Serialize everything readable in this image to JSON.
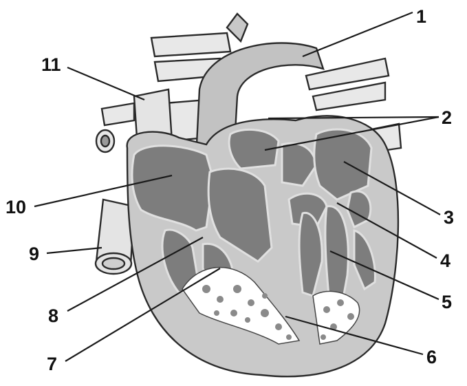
{
  "labels": {
    "l1": "1",
    "l2": "2",
    "l3": "3",
    "l4": "4",
    "l5": "5",
    "l6": "6",
    "l7": "7",
    "l8": "8",
    "l9": "9",
    "l10": "10",
    "l11": "11"
  },
  "colors": {
    "wall": "#c9c9c9",
    "chamber": "#7d7d7d",
    "vessel_light": "#e6e6e6",
    "outline": "#2a2a2a"
  }
}
